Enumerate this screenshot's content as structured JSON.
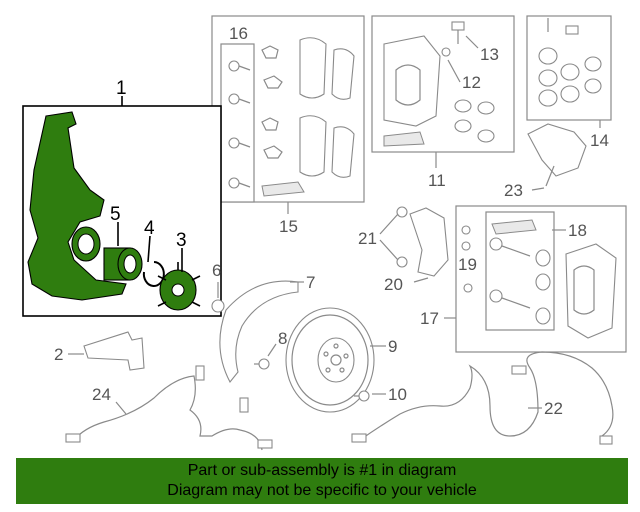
{
  "callouts": {
    "c1": "1",
    "c2": "2",
    "c3": "3",
    "c4": "4",
    "c5": "5",
    "c6": "6",
    "c7": "7",
    "c8": "8",
    "c9": "9",
    "c10": "10",
    "c11": "11",
    "c12": "12",
    "c13": "13",
    "c14": "14",
    "c15": "15",
    "c16": "16",
    "c17": "17",
    "c18": "18",
    "c19": "19",
    "c20": "20",
    "c21": "21",
    "c22": "22",
    "c23": "23",
    "c24": "24"
  },
  "banner": {
    "line1": "Part or sub-assembly is #1 in diagram",
    "line2": "Diagram may not be specific to your vehicle"
  },
  "colors": {
    "highlight": "#2f7d0f",
    "line_gray": "#8a8a8a"
  }
}
